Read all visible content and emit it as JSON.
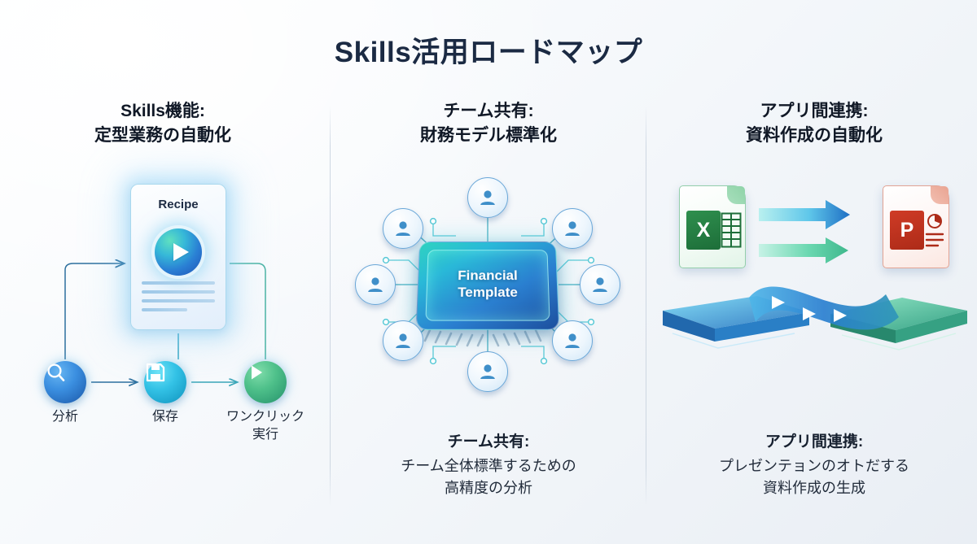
{
  "page": {
    "title": "Skills活用ロードマップ",
    "background_start": "#fdfeff",
    "background_end": "#e9eef4",
    "title_color": "#1b2a43"
  },
  "columns": [
    {
      "id": "skills-feature",
      "heading_line1": "Skills機能:",
      "heading_line2": "定型業務の自動化",
      "card": {
        "label": "Recipe",
        "icon": "play-icon"
      },
      "steps": [
        {
          "label": "分析",
          "icon": "magnifier-icon",
          "color": "#3b8fe0"
        },
        {
          "label": "保存",
          "icon": "floppy-save-icon",
          "color": "#33c2e6"
        },
        {
          "label": "ワンクリック\n実行",
          "label_line1": "ワンクリック",
          "label_line2": "実行",
          "icon": "play-icon",
          "color": "#4ec08a"
        }
      ]
    },
    {
      "id": "team-share",
      "heading_line1": "チーム共有:",
      "heading_line2": "財務モデル標準化",
      "chip": {
        "label_line1": "Financial",
        "label_line2": "Template",
        "color_start": "#2fd3c0",
        "color_end": "#1d4f9e"
      },
      "avatars_count": 8,
      "avatar_icon": "user-avatar-icon",
      "footer": {
        "title": "チーム共有:",
        "line1": "チーム全体標準するための",
        "line2": "高精度の分析"
      }
    },
    {
      "id": "app-integration",
      "heading_line1": "アプリ間連携:",
      "heading_line2": "資料作成の自動化",
      "source_app": {
        "name": "excel-document-icon",
        "glyph": "X",
        "color": "#1d6e39"
      },
      "target_app": {
        "name": "powerpoint-document-icon",
        "glyph": "P",
        "color": "#ad2b18"
      },
      "arrow_colors": [
        "#2a7fd0",
        "#4ec08a"
      ],
      "platform_colors": [
        "#2f9fd4",
        "#3fb88d"
      ],
      "footer": {
        "title": "アプリ間連携:",
        "line1": "プレゼンテョンのオトだする",
        "line2": "資料作成の生成"
      }
    }
  ]
}
